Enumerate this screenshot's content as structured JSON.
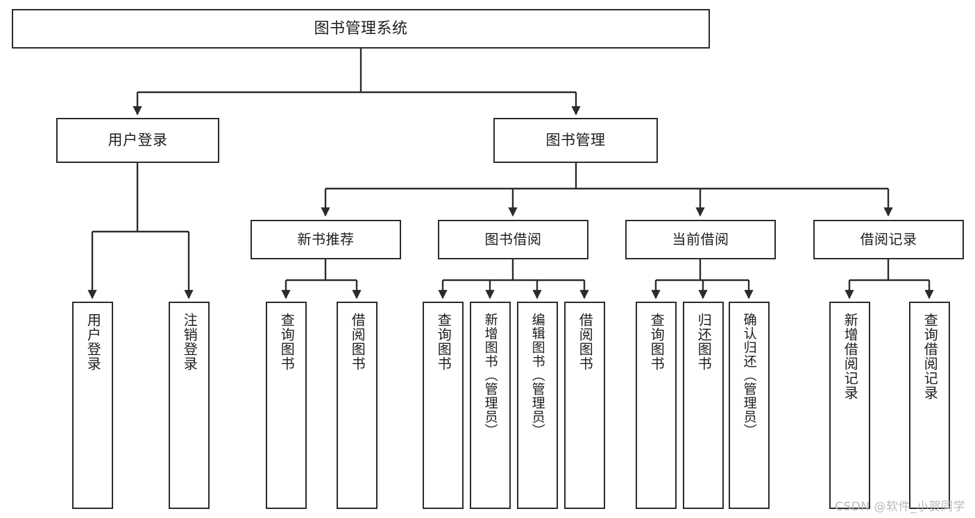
{
  "diagram": {
    "title": "图书管理系统",
    "type": "tree-hierarchy-chart",
    "colors": {
      "background": "#ffffff",
      "node_border": "#2b2b2b",
      "node_fill": "#ffffff",
      "edge": "#2b2b2b",
      "text": "#1d1d1d",
      "watermark": "#b9b9b9"
    },
    "watermark": "CSDN @软件_小贺同学"
  },
  "nodes": {
    "root": {
      "label": "图书管理系统"
    },
    "level2": [
      {
        "id": "user-login",
        "label": "用户登录"
      },
      {
        "id": "book-management",
        "label": "图书管理"
      }
    ],
    "level3": [
      {
        "id": "new-book-recommend",
        "label": "新书推荐"
      },
      {
        "id": "book-borrow",
        "label": "图书借阅"
      },
      {
        "id": "current-borrow",
        "label": "当前借阅"
      },
      {
        "id": "borrow-record",
        "label": "借阅记录"
      }
    ],
    "leaves": {
      "user_login": [
        {
          "id": "leaf-user-login",
          "label": "用户登录"
        },
        {
          "id": "leaf-logout-login",
          "label": "注销登录"
        }
      ],
      "new_book_recommend": [
        {
          "id": "leaf-query-book-1",
          "label": "查询图书"
        },
        {
          "id": "leaf-borrow-book-1",
          "label": "借阅图书"
        }
      ],
      "book_borrow": [
        {
          "id": "leaf-query-book-2",
          "label": "查询图书"
        },
        {
          "id": "leaf-add-book",
          "label": "新增图书（管理员）"
        },
        {
          "id": "leaf-edit-book",
          "label": "编辑图书（管理员）"
        },
        {
          "id": "leaf-borrow-book-2",
          "label": "借阅图书"
        }
      ],
      "current_borrow": [
        {
          "id": "leaf-query-book-3",
          "label": "查询图书"
        },
        {
          "id": "leaf-return-book",
          "label": "归还图书"
        },
        {
          "id": "leaf-confirm-return",
          "label": "确认归还（管理员）"
        }
      ],
      "borrow_record": [
        {
          "id": "leaf-add-borrow-record",
          "label": "新增借阅记录"
        },
        {
          "id": "leaf-query-borrow-record",
          "label": "查询借阅记录"
        }
      ]
    }
  }
}
